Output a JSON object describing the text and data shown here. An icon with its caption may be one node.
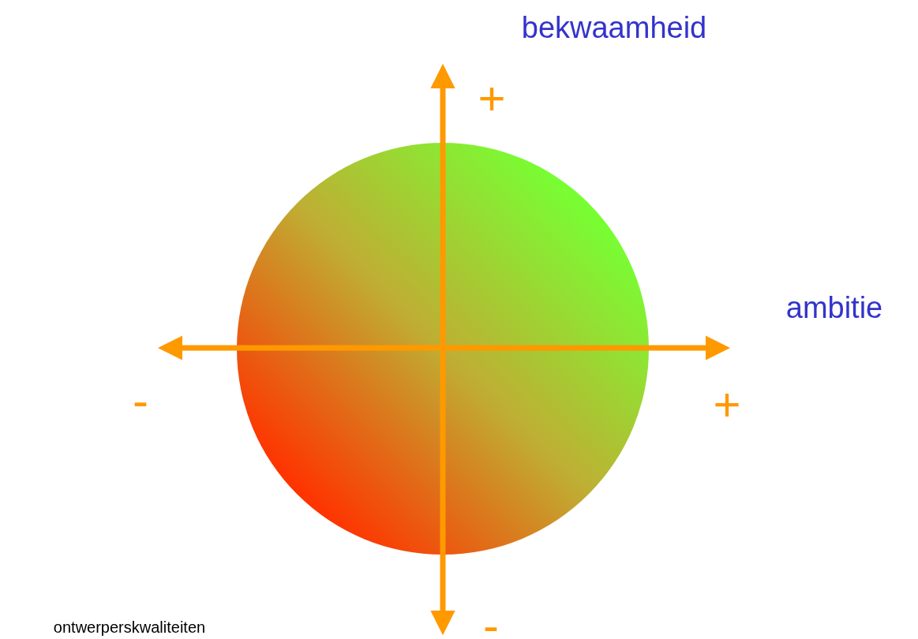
{
  "diagram": {
    "labels": [
      "bekwaamheid",
      "+",
      "ambitie",
      "-",
      "+",
      "ontwerperskwaliteiten",
      "-"
    ]
  }
}
